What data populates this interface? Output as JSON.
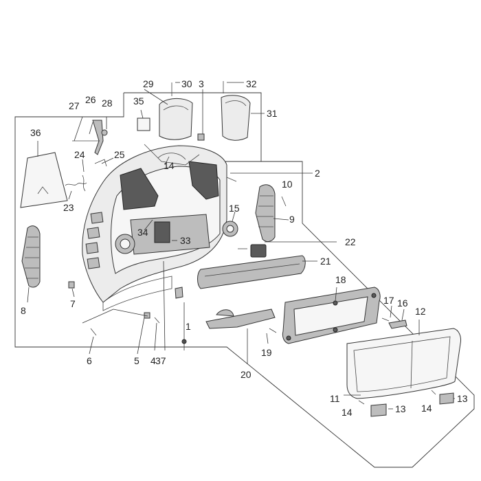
{
  "diagram": {
    "part_numbers": [
      "1",
      "2",
      "3",
      "4",
      "5",
      "6",
      "7",
      "8",
      "9",
      "10",
      "11",
      "12",
      "13",
      "13",
      "14",
      "14",
      "14",
      "15",
      "16",
      "17",
      "18",
      "19",
      "20",
      "21",
      "22",
      "23",
      "24",
      "25",
      "26",
      "27",
      "28",
      "29",
      "30",
      "31",
      "32",
      "33",
      "34",
      "35",
      "36",
      "37"
    ]
  }
}
